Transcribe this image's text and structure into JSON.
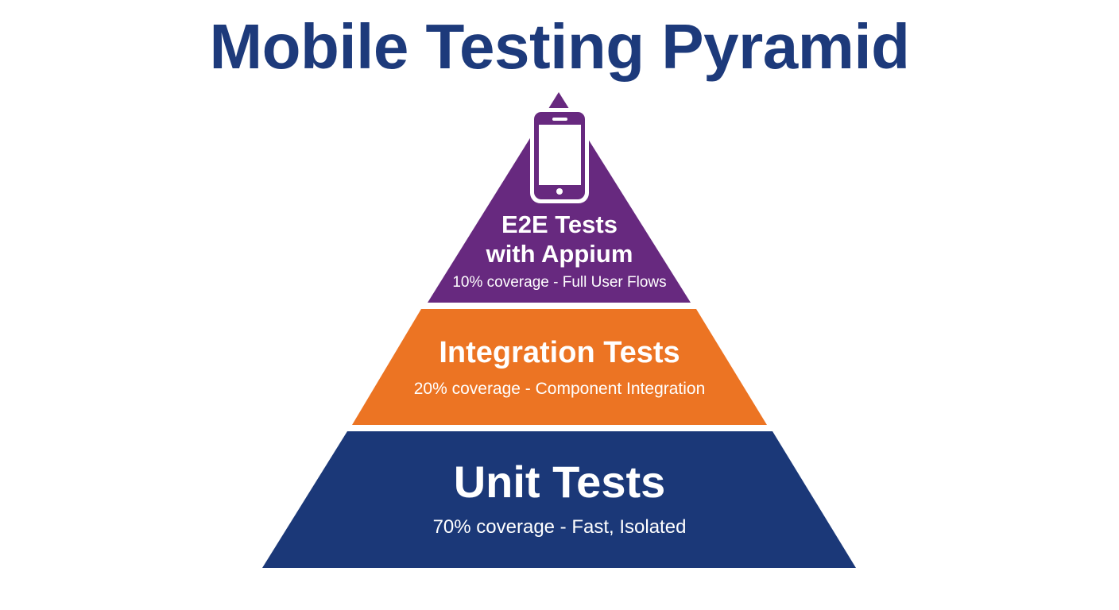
{
  "title": "Mobile Testing Pyramid",
  "colors": {
    "title": "#1d3a7b",
    "e2e": "#67297f",
    "integration": "#ec7423",
    "unit": "#1b3878",
    "text": "#ffffff"
  },
  "layers": [
    {
      "id": "e2e",
      "title_line1": "E2E Tests",
      "title_line2": "with Appium",
      "subtitle": "10% coverage - Full User Flows",
      "icon": "smartphone-icon"
    },
    {
      "id": "integration",
      "title": "Integration Tests",
      "subtitle": "20% coverage - Component Integration"
    },
    {
      "id": "unit",
      "title": "Unit Tests",
      "subtitle": "70% coverage - Fast, Isolated"
    }
  ]
}
